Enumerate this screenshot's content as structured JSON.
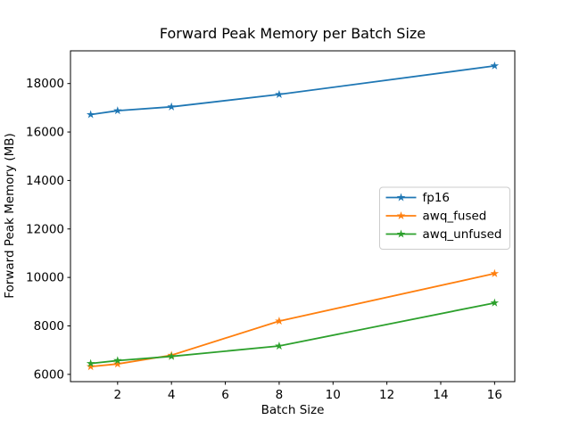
{
  "window": {
    "background": "#ffffff"
  },
  "chart_data": {
    "type": "line",
    "title": "Forward Peak Memory per Batch Size",
    "xlabel": "Batch Size",
    "ylabel": "Forward Peak Memory (MB)",
    "x": [
      1,
      2,
      4,
      8,
      16
    ],
    "series": [
      {
        "name": "fp16",
        "color": "#1f77b4",
        "marker": "star",
        "values": [
          16720,
          16880,
          17040,
          17550,
          18730
        ]
      },
      {
        "name": "awq_fused",
        "color": "#ff7f0e",
        "marker": "star",
        "values": [
          6320,
          6430,
          6790,
          8200,
          10160
        ]
      },
      {
        "name": "awq_unfused",
        "color": "#2ca02c",
        "marker": "star",
        "values": [
          6450,
          6570,
          6740,
          7170,
          8950
        ]
      }
    ],
    "xticks": [
      2,
      4,
      6,
      8,
      10,
      12,
      14,
      16
    ],
    "yticks": [
      6000,
      8000,
      10000,
      12000,
      14000,
      16000,
      18000
    ],
    "xlim": [
      0.25,
      16.75
    ],
    "ylim": [
      5700,
      19350
    ],
    "grid": false,
    "legend": {
      "position": "center-right",
      "entries": [
        "fp16",
        "awq_fused",
        "awq_unfused"
      ],
      "background": "#ffffff",
      "border_color": "#cccccc"
    }
  }
}
